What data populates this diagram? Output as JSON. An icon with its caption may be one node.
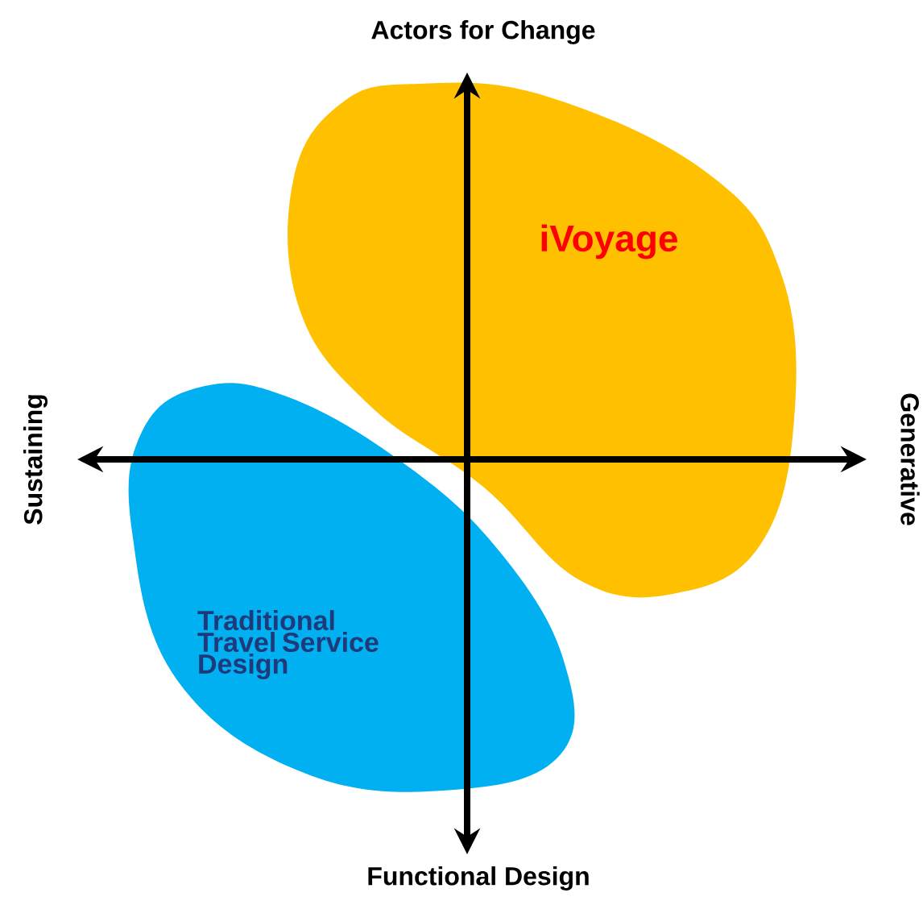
{
  "diagram": {
    "nodes": [
      {
        "text": [
          "iVoyage"
        ]
      },
      {
        "text": [
          "Traditional Travel Service Design"
        ]
      }
    ],
    "labels": [
      "Actors for Change",
      "Sustaining",
      "Generative",
      "Functional Design"
    ]
  }
}
